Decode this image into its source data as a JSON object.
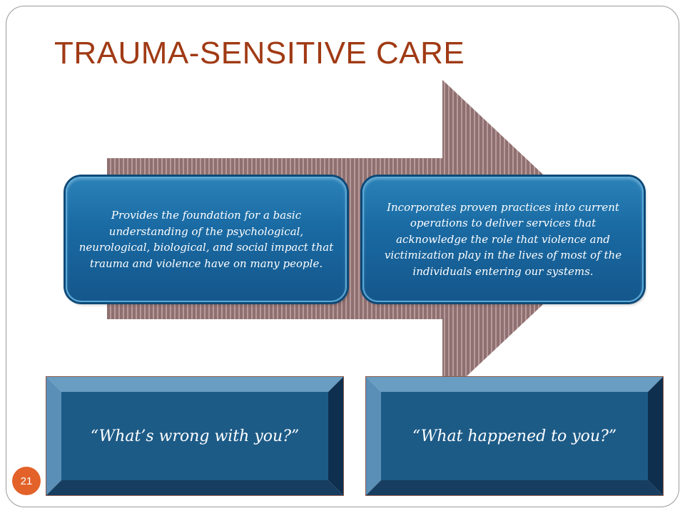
{
  "slide": {
    "title": "TRAUMA-SENSITIVE CARE",
    "page_number": "21"
  },
  "boxes": {
    "left_text": "Provides the foundation for a basic understanding of the psychological, neurological, biological, and social impact that trauma and violence have on many people.",
    "right_text": "Incorporates proven practices into current operations to deliver services that acknowledge the role that violence and victimization play in the lives of most of the individuals entering our systems."
  },
  "questions": {
    "left": "“What’s wrong with you?”",
    "right": "“What happened to you?”"
  },
  "colors": {
    "title": "#a03a14",
    "arrow": "#8a6a6a",
    "box_blue": "#1a6aa3",
    "bevel_face": "#1a5a85",
    "page_badge": "#e2622a"
  }
}
